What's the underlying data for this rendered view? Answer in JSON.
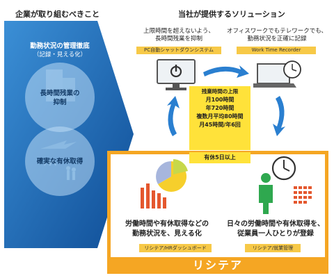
{
  "headers": {
    "left": "企業が取り組むべきこと",
    "right": "当社が提供するソリューション"
  },
  "left_panel": {
    "title": "勤務状況の管理徹底",
    "subtitle": "（記録・見える化）",
    "item1": "長時間残業の\n抑制",
    "item2": "確実な有休取得"
  },
  "top_left": {
    "caption": "上限時間を超えないよう、\n長時間残業を抑制",
    "tag": "PC自動シャットダウンシステム"
  },
  "top_right": {
    "caption": "オフィスワークでもテレワークでも、\n勤務状況を正確に記録",
    "tag": "Work Time Recorder"
  },
  "center": {
    "lines": [
      "残業時間の上限",
      "月100時間",
      "年720時間",
      "複数月平均80時間",
      "月45時間/年6回"
    ],
    "bottom": "有休5日以上"
  },
  "bottom_left": {
    "caption": "労働時間や有休取得などの\n勤務状況を、見える化",
    "tag": "リシテア/HRダッシュボード"
  },
  "bottom_right": {
    "caption": "日々の労働時間や有休取得を、\n従業員一人ひとりが登録",
    "tag": "リシテア/就業管理"
  },
  "brand": "リシテア",
  "colors": {
    "panel_blue": "#1d5fa8",
    "panel_blue_light": "#3b8fd6",
    "arrow_blue": "#2a7fd0",
    "yellow": "#ffe23a",
    "tag_yellow": "#f7c948",
    "orange": "#f5a623"
  }
}
